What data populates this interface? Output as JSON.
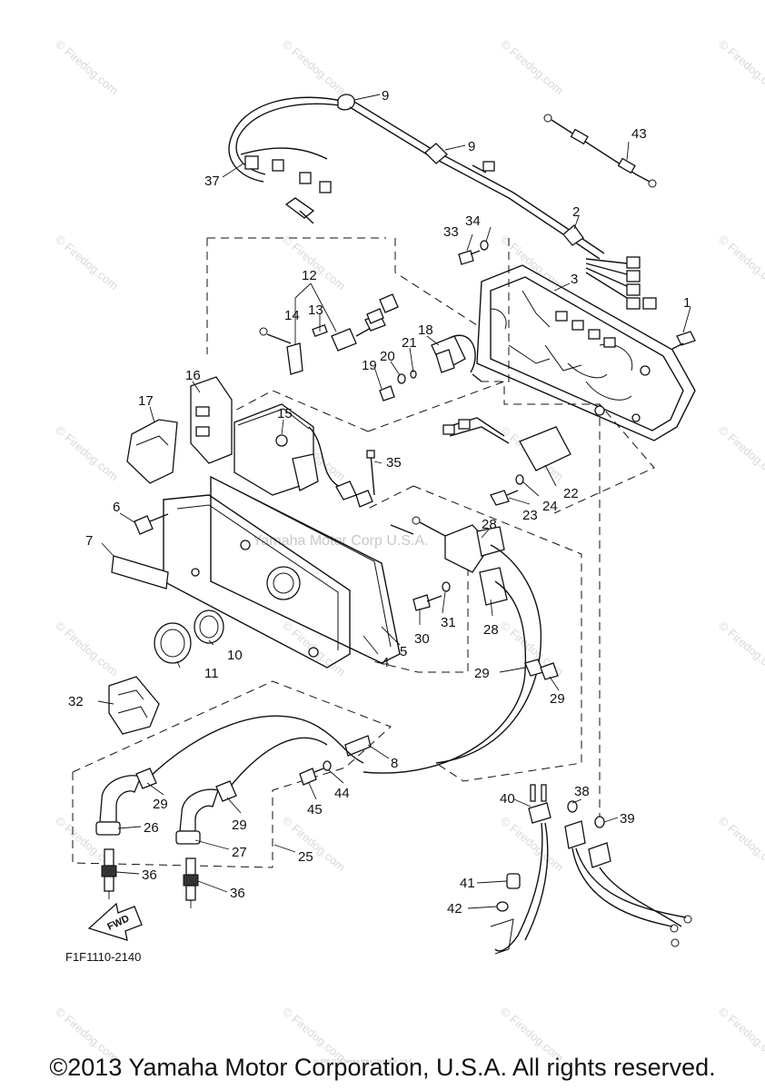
{
  "diagram": {
    "drawing_code": "F1F1110-2140",
    "fwd_label": "FWD",
    "center_watermark": "Yamaha Motor Corp U.S.A.",
    "watermark_text": "© Firedog.com",
    "footer_fine_print": "(c) 2000-2015 Yamaha Motor Corporation, U.S.A.",
    "copyright": "©2013 Yamaha Motor Corporation, U.S.A. All rights reserved.",
    "callouts": [
      "1",
      "2",
      "3",
      "4",
      "5",
      "6",
      "7",
      "8",
      "9",
      "9",
      "10",
      "11",
      "12",
      "13",
      "14",
      "15",
      "16",
      "17",
      "18",
      "19",
      "20",
      "21",
      "22",
      "23",
      "24",
      "25",
      "26",
      "27",
      "28",
      "28",
      "29",
      "29",
      "29",
      "29",
      "30",
      "31",
      "32",
      "33",
      "34",
      "35",
      "36",
      "36",
      "37",
      "38",
      "39",
      "40",
      "41",
      "42",
      "43",
      "44",
      "45"
    ]
  }
}
